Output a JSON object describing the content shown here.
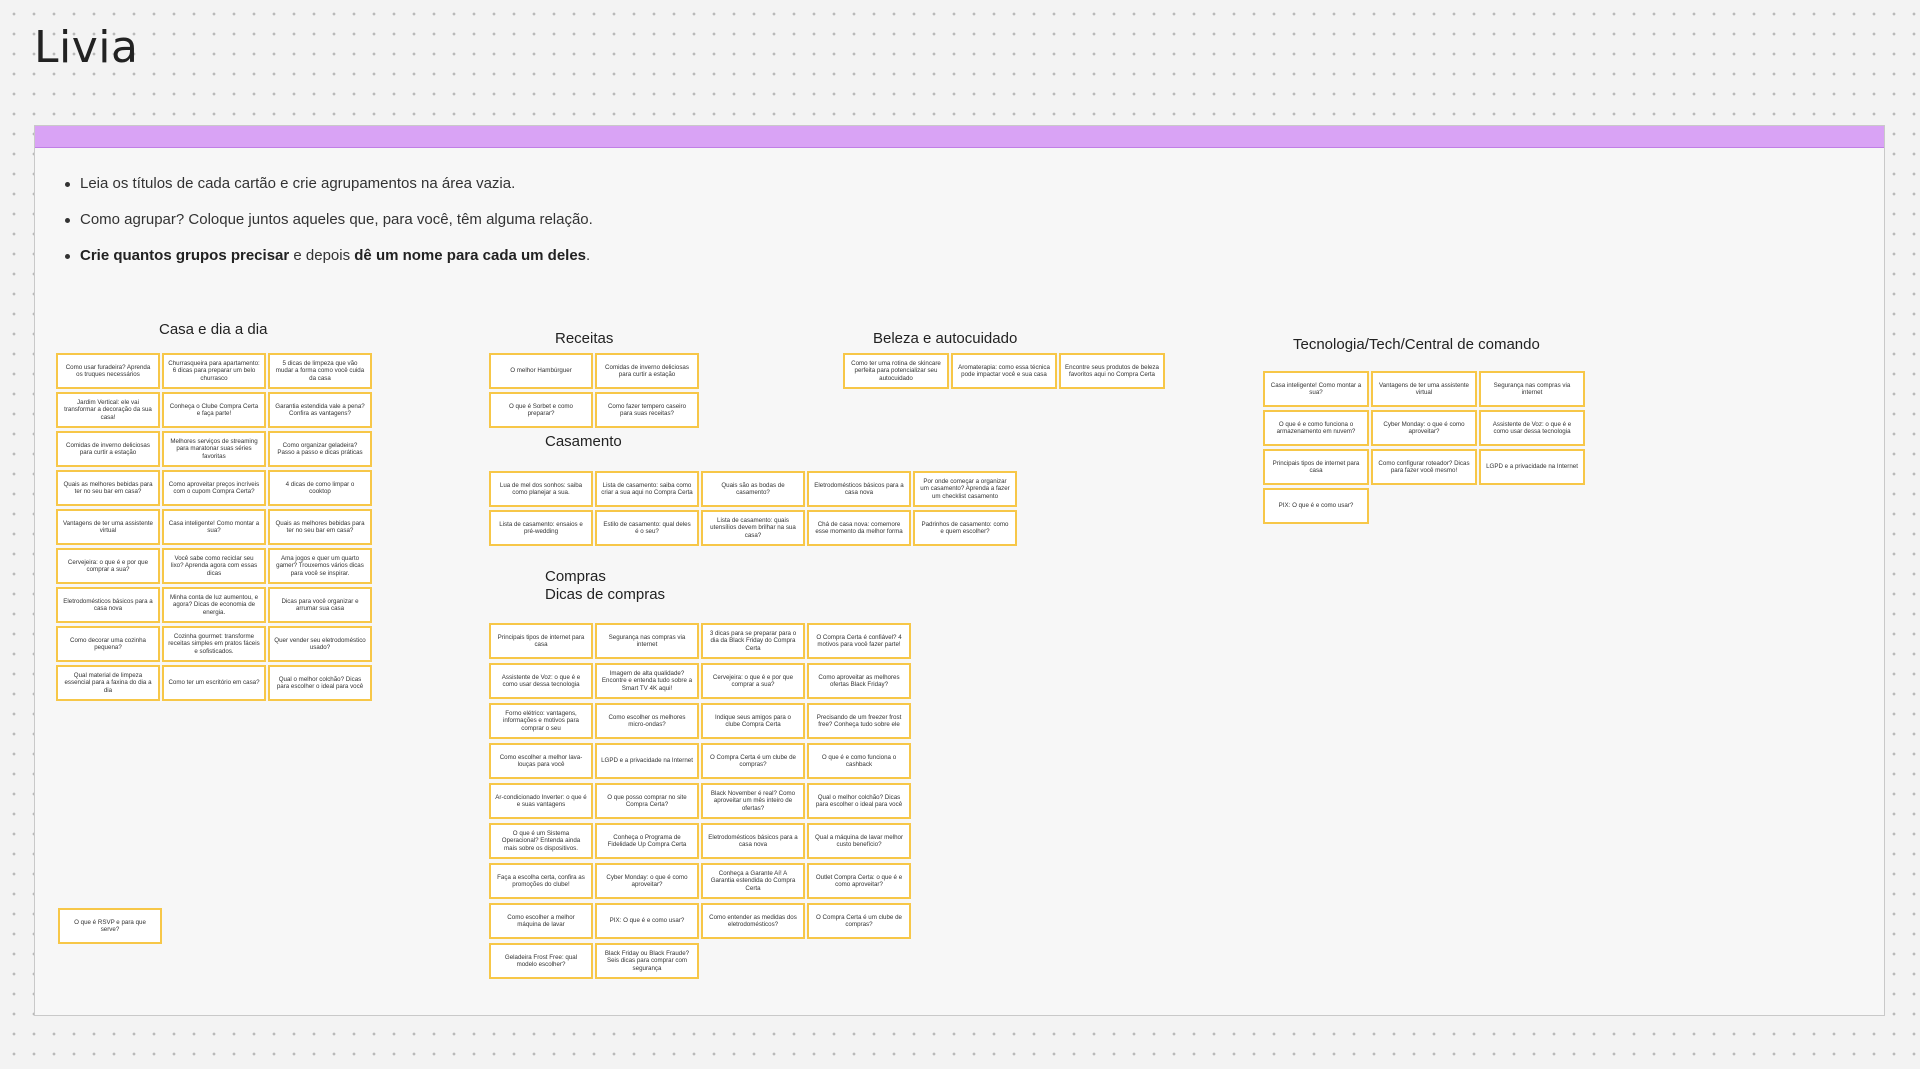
{
  "board_title": "Livia",
  "instructions": {
    "line1": "Leia os títulos de cada cartão e crie agrupamentos na área vazia.",
    "line2": "Como agrupar? Coloque juntos aqueles que, para você, têm alguma relação.",
    "line3_bold1": "Crie quantos grupos precisar",
    "line3_mid": " e depois ",
    "line3_bold2": "dê um nome para cada um deles",
    "line3_end": "."
  },
  "colors": {
    "header_bar": "#d9a3f5",
    "card_border": "#f7c748"
  },
  "groups": {
    "casa": {
      "label": "Casa e dia a dia",
      "cards": [
        "Como usar furadeira? Aprenda os truques necessários",
        "Churrasqueira para apartamento: 6 dicas para preparar um belo churrasco",
        "5 dicas de limpeza que vão mudar a forma como você cuida da casa",
        "Jardim Vertical: ele vai transformar a decoração da sua casa!",
        "Conheça o Clube Compra Certa e faça parte!",
        "Garantia estendida vale a pena? Confira as vantagens?",
        "Comidas de inverno deliciosas para curtir a estação",
        "Melhores serviços de streaming para maratonar suas séries favoritas",
        "Como organizar geladeira? Passo a passo e dicas práticas",
        "Quais as melhores bebidas para ter no seu bar em casa?",
        "Como aproveitar preços incríveis com o cupom Compra Certa?",
        "4 dicas de como limpar o cooktop",
        "Vantagens de ter uma assistente virtual",
        "Casa inteligente! Como montar a sua?",
        "Quais as melhores bebidas para ter no seu bar em casa?",
        "Cervejeira: o que é e por que comprar a sua?",
        "Você sabe como reciclar seu lixo? Aprenda agora com essas dicas",
        "Ama jogos e quer um quarto gamer? Trouxemos vários dicas para você se inspirar.",
        "Eletrodomésticos básicos para a casa nova",
        "Minha conta de luz aumentou, e agora? Dicas de economia de energia.",
        "Dicas para você organizar e arrumar sua casa",
        "Como decorar uma cozinha pequena?",
        "Cozinha gourmet: transforme receitas simples em pratos fáceis e sofisticados.",
        "Quer vender seu eletrodoméstico usado?",
        "Qual material de limpeza essencial para a faxina do dia a dia",
        "Como ter um escritório em casa?",
        "Qual o melhor colchão? Dicas para escolher o ideal para você"
      ]
    },
    "rsvp_card": "O que é RSVP e para que serve?",
    "receitas": {
      "label": "Receitas",
      "cards": [
        "O melhor Hambúrguer",
        "Comidas de inverno deliciosas para curtir a estação",
        "O que é Sorbet e como preparar?",
        "Como fazer tempero caseiro para suas receitas?"
      ]
    },
    "beleza": {
      "label": "Beleza e autocuidado",
      "cards": [
        "Como ter uma rotina de skincare perfeita para potencializar seu autocuidado",
        "Aromaterapia: como essa técnica pode impactar você e sua casa",
        "Encontre seus produtos de beleza favoritos aqui no Compra Certa"
      ]
    },
    "casamento": {
      "label": "Casamento",
      "cards": [
        "Lua de mel dos sonhos: saiba como planejar a sua.",
        "Lista de casamento: saiba como criar a sua aqui no Compra Certa",
        "Quais são as bodas de casamento?",
        "Eletrodomésticos básicos para a casa nova",
        "Por onde começar a organizar um casamento? Aprenda a fazer um checklist casamento",
        "Lista de casamento: ensaios e pré-wedding",
        "Estilo de casamento: qual deles é o seu?",
        "Lista de casamento: quais utensílios devem brilhar na sua casa?",
        "Chá de casa nova: comemore esse momento da melhor forma",
        "Padrinhos de casamento: como e quem escolher?"
      ]
    },
    "tecnologia": {
      "label": "Tecnologia/Tech/Central de comando",
      "cards": [
        "Casa inteligente! Como montar a sua?",
        "Vantagens de ter uma assistente virtual",
        "Segurança nas compras via internet",
        "O que é e como funciona o armazenamento em nuvem?",
        "Cyber Monday: o que é como aproveitar?",
        "Assistente de Voz: o que é e como usar dessa tecnologia",
        "Principais tipos de internet para casa",
        "Como configurar roteador? Dicas para fazer você mesmo!",
        "LGPD e a privacidade na Internet",
        "PIX: O que é e como usar?"
      ]
    },
    "compras": {
      "label_line1": "Compras",
      "label_line2": "Dicas de compras",
      "cards": [
        "Principais tipos de internet para casa",
        "Segurança nas compras via internet",
        "3 dicas para se preparar para o dia da Black Friday do Compra Certa",
        "O Compra Certa é confiável? 4 motivos para você fazer parte!",
        "Assistente de Voz: o que é e como usar dessa tecnologia",
        "Imagem de alta qualidade? Encontre e entenda tudo sobre a Smart TV 4K aqui!",
        "Cervejeira: o que é e por que comprar a sua?",
        "Como aproveitar as melhores ofertas Black Friday?",
        "Forno elétrico: vantagens, informações e motivos para comprar o seu",
        "Como escolher os melhores micro-ondas?",
        "Indique seus amigos para o clube Compra Certa",
        "Precisando de um freezer frost free? Conheça tudo sobre ele",
        "Como escolher a melhor lava-louças para você",
        "LGPD e a privacidade na Internet",
        "O Compra Certa é um clube de compras?",
        "O que é e como funciona o cashback",
        "Ar-condicionado Inverter: o que é e suas vantagens",
        "O que posso comprar no site Compra Certa?",
        "Black November é real? Como aproveitar um mês inteiro de ofertas?",
        "Qual o melhor colchão? Dicas para escolher o ideal para você",
        "O que é um Sistema Operacional? Entenda ainda mais sobre os dispositivos.",
        "Conheça o Programa de Fidelidade Up Compra Certa",
        "Eletrodomésticos básicos para a casa nova",
        "Qual a máquina de lavar melhor custo benefício?",
        "Faça a escolha certa, confira as promoções do clube!",
        "Cyber Monday: o que é como aproveitar?",
        "Conheça a Garante Aí! A Garantia estendida do Compra Certa",
        "Outlet Compra Certa: o que é e como aproveitar?",
        "Como escolher a melhor máquina de lavar",
        "PIX: O que é e como usar?",
        "Como entender as medidas dos eletrodomésticos?",
        "O Compra Certa é um clube de compras?",
        "Geladeira Frost Free: qual modelo escolher?",
        "Black Friday ou Black Fraude? Seis dicas para comprar com segurança"
      ]
    }
  }
}
